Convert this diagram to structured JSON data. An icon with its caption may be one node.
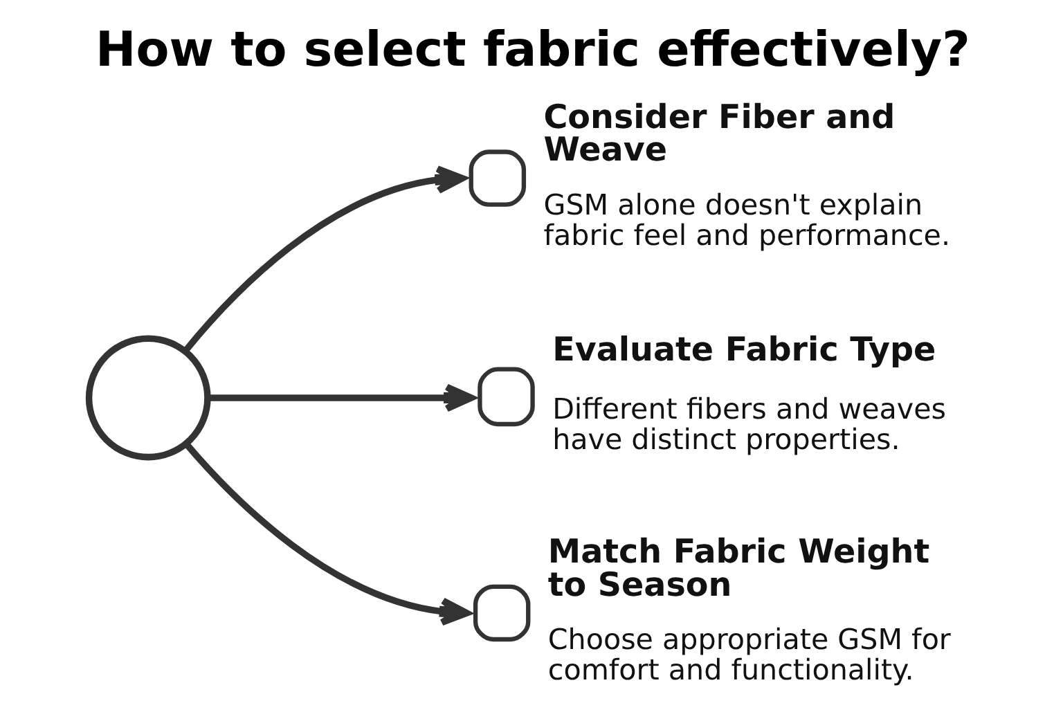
{
  "diagram": {
    "title": "How to select fabric effectively?",
    "nodes": [
      {
        "text": [],
        "shape": "circle"
      },
      {
        "text": [],
        "shape": "picture",
        "beside": [
          "Consider Fiber and Weave",
          "GSM alone doesn't explain fabric feel and performance."
        ]
      },
      {
        "text": [],
        "shape": "picture",
        "beside": [
          "Evaluate Fabric Type",
          "Different fibers and weaves have distinct properties."
        ]
      },
      {
        "text": [],
        "shape": "picture",
        "beside": [
          "Match Fabric Weight to Season",
          "Choose appropriate GSM for comfort and functionality."
        ]
      }
    ],
    "edges": [
      {
        "from": 0,
        "to": 1,
        "arrow": "to"
      },
      {
        "from": 0,
        "to": 2,
        "arrow": "to"
      },
      {
        "from": 0,
        "to": 3,
        "arrow": "to"
      }
    ]
  }
}
